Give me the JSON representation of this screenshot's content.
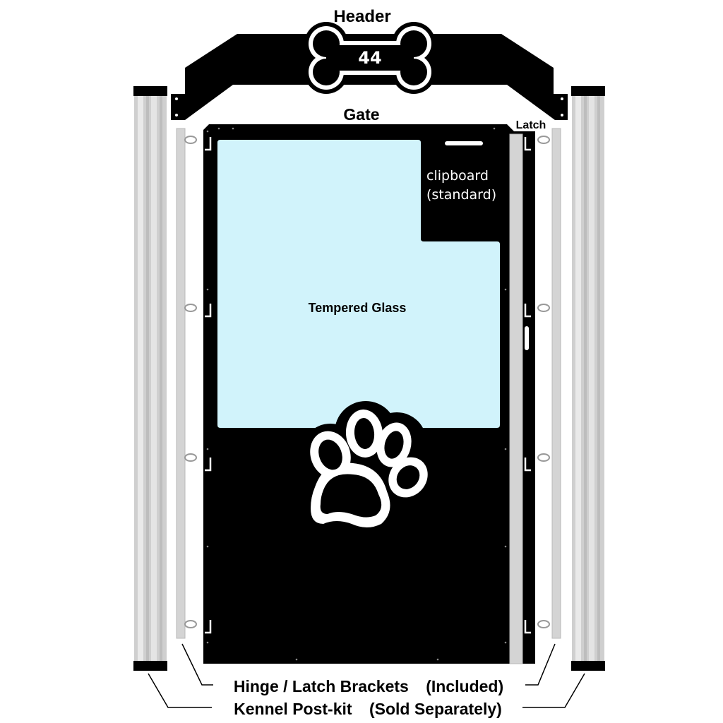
{
  "labels": {
    "header": "Header",
    "header_number": "44",
    "gate": "Gate",
    "latch": "Latch",
    "clipboard_line1": "clipboard",
    "clipboard_line2": "(standard)",
    "glass": "Tempered Glass",
    "brackets_name": "Hinge / Latch Brackets",
    "brackets_note": "(Included)",
    "posts_name": "Kennel Post-kit",
    "posts_note": "(Sold Separately)"
  },
  "colors": {
    "black": "#000000",
    "glass": "#d1f3fb",
    "post_light": "#e6e6e6",
    "post_mid": "#cfcfcf",
    "bracket": "#d4d4d4",
    "white": "#ffffff"
  },
  "icons": {
    "header_sign": "bone-icon",
    "gate_emblem": "paw-print-icon"
  }
}
